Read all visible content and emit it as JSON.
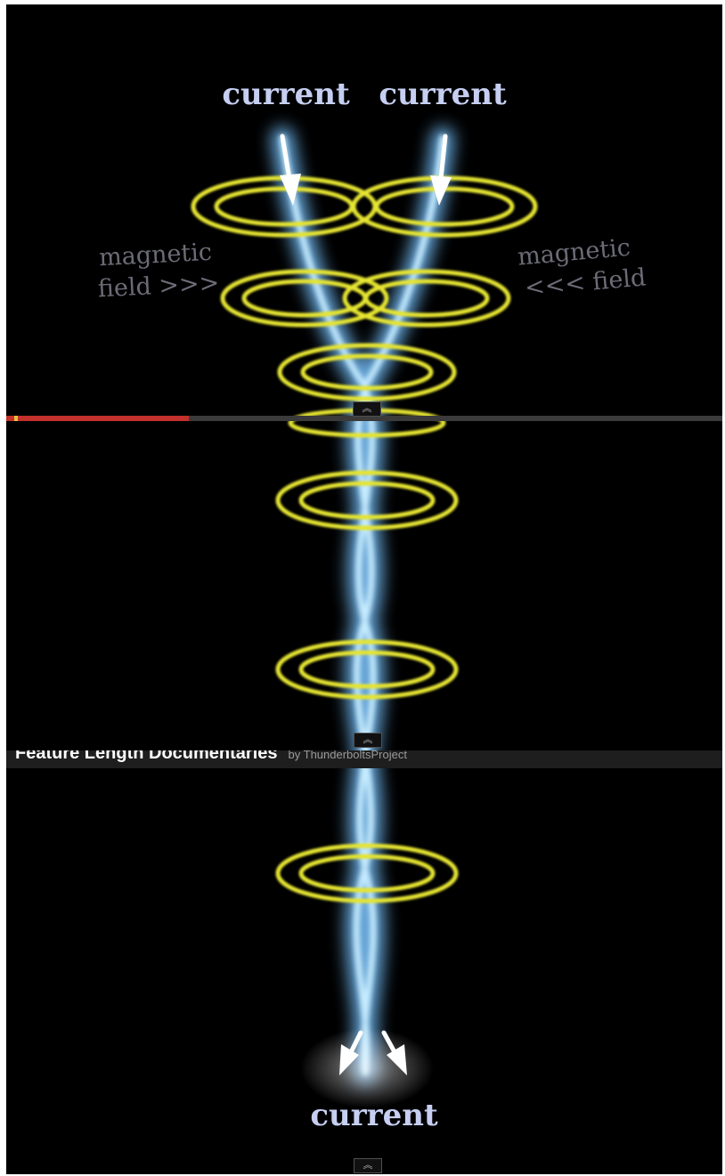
{
  "video": {
    "labels": {
      "current_top_left": "current",
      "current_top_right": "current",
      "current_bottom": "current",
      "magnetic_left_line1": "magnetic",
      "magnetic_left_line2": "field >>>",
      "magnetic_right_line1": "magnetic",
      "magnetic_right_line2": "<<< field"
    },
    "progress_fraction": 0.255
  },
  "playlist": {
    "title": "Feature Length Documentaries",
    "byline": "by ThunderboltsProject"
  },
  "controls": {
    "collapse_icon": "chevron-double-up-icon",
    "collapse_glyph": "︽"
  },
  "colors": {
    "background": "#000000",
    "current_glow": "#8fd4ff",
    "field_rings": "#e5e430",
    "label": "#c6cff1",
    "progress_fill": "#c4302b"
  }
}
